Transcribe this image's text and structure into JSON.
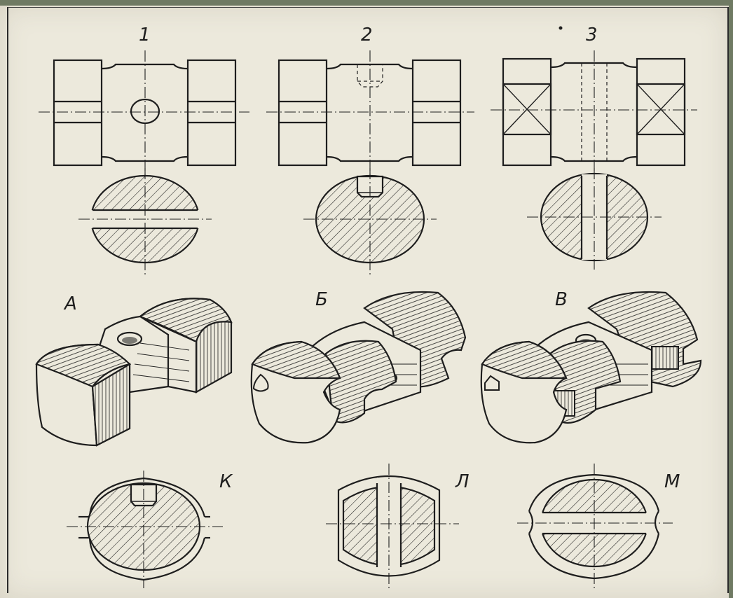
{
  "labels": {
    "view1": "1",
    "view2": "2",
    "view3": "3",
    "partA": "А",
    "partB": "Б",
    "partV": "В",
    "sectionK": "К",
    "sectionL": "Л",
    "sectionM": "М"
  },
  "colors": {
    "paper": "#ece9dc",
    "ink": "#1e1e1e",
    "border": "#6f7a63"
  }
}
